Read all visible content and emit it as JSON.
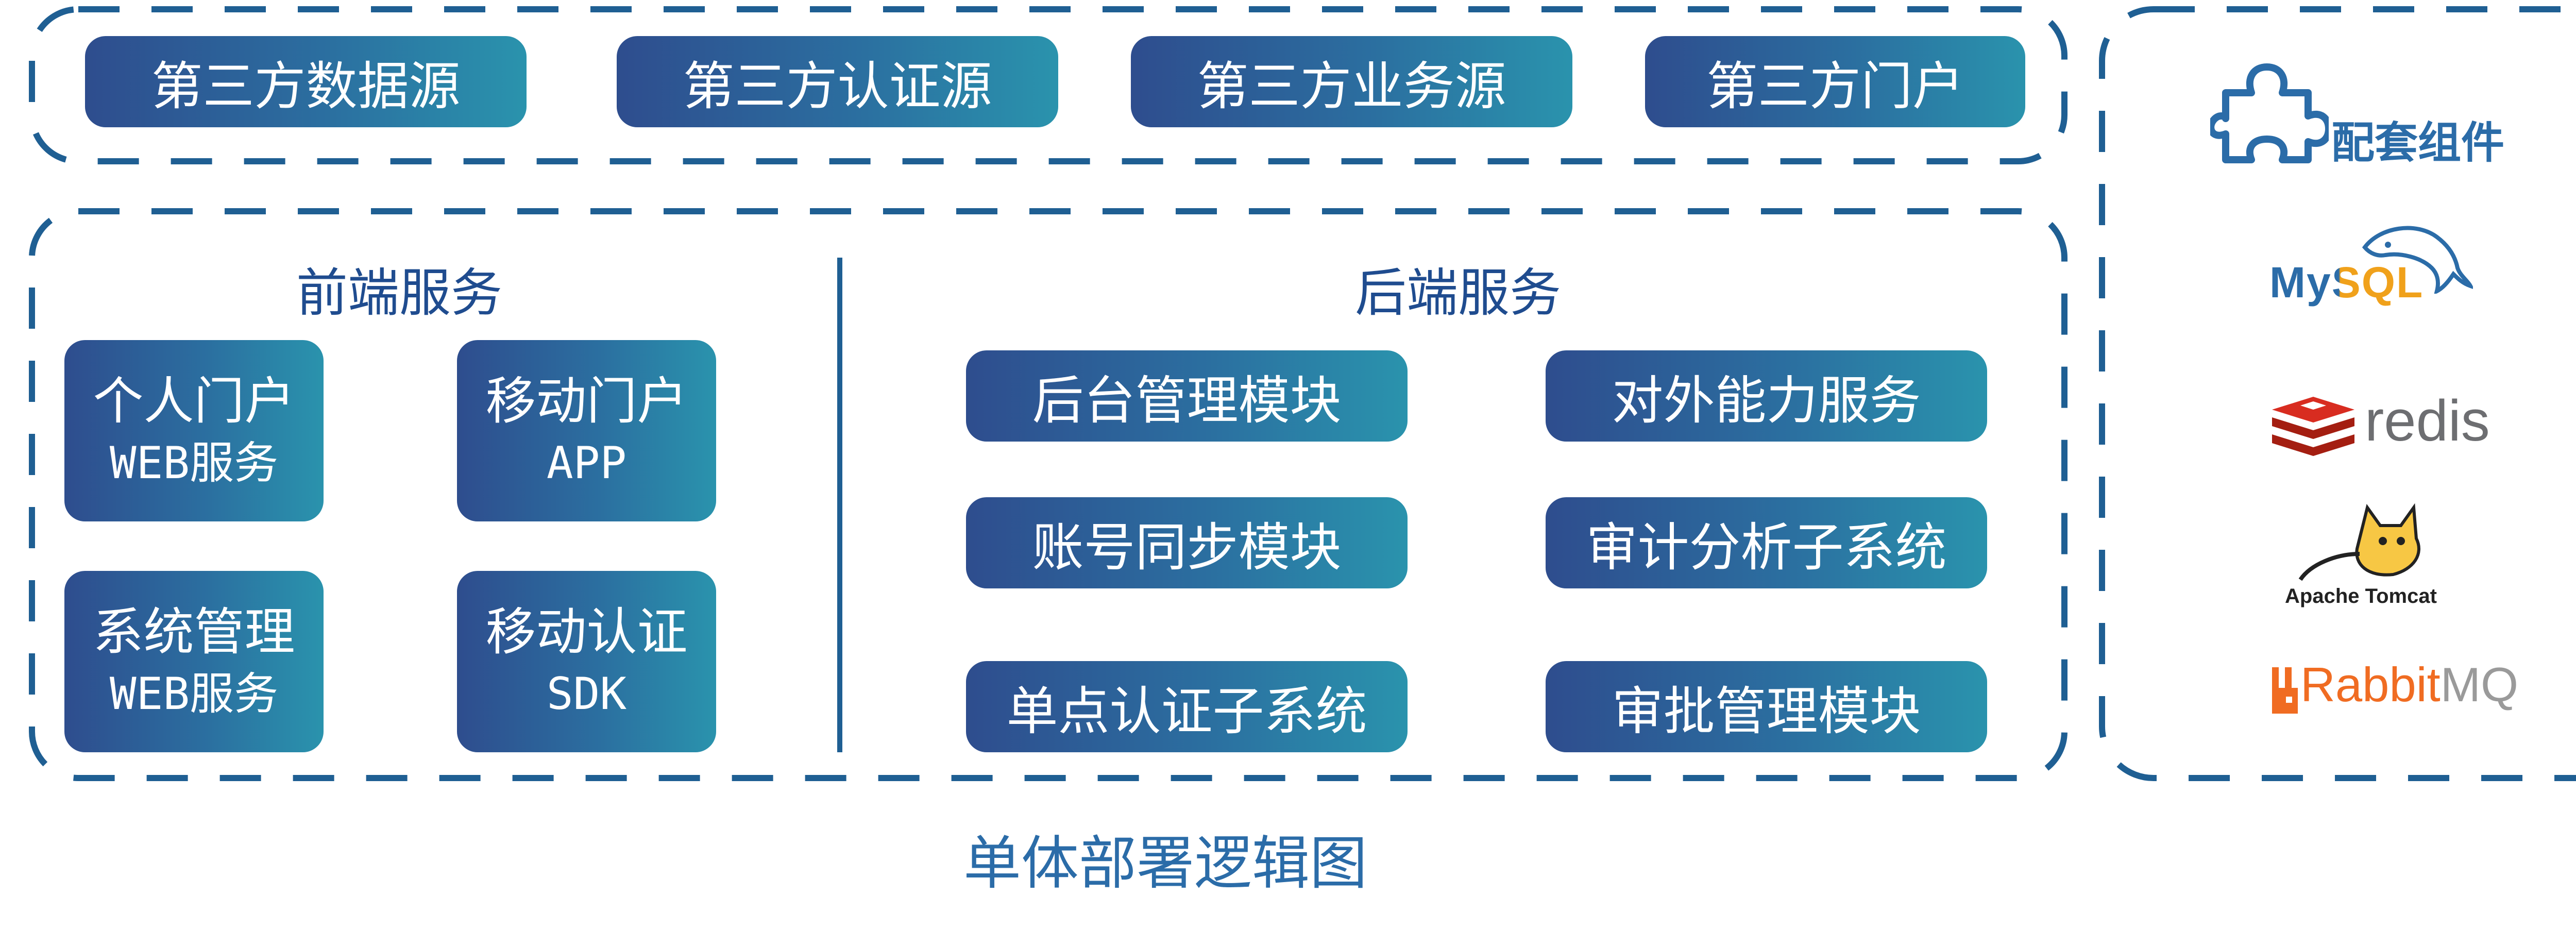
{
  "colors": {
    "dash": "#1f5f93",
    "box_start": "#2e4d8e",
    "box_end": "#2a93ad",
    "heading": "#1f4c8f",
    "caption": "#2b6ca8",
    "mysql_blue": "#2b6ca8",
    "mysql_orange": "#f0a11b",
    "redis_red": "#d82c20",
    "redis_gray": "#6d6e71",
    "rabbit_orange": "#f06c22",
    "rabbit_gray": "#9a9a9a"
  },
  "top_sources": [
    {
      "label": "第三方数据源"
    },
    {
      "label": "第三方认证源"
    },
    {
      "label": "第三方业务源"
    },
    {
      "label": "第三方门户"
    }
  ],
  "frontend": {
    "heading": "前端服务",
    "items": [
      {
        "line1": "个人门户",
        "line2": "WEB服务"
      },
      {
        "line1": "移动门户",
        "line2": "APP"
      },
      {
        "line1": "系统管理",
        "line2": "WEB服务"
      },
      {
        "line1": "移动认证",
        "line2": "SDK"
      }
    ]
  },
  "backend": {
    "heading": "后端服务",
    "items": [
      {
        "label": "后台管理模块"
      },
      {
        "label": "对外能力服务"
      },
      {
        "label": "账号同步模块"
      },
      {
        "label": "审计分析子系统"
      },
      {
        "label": "单点认证子系统"
      },
      {
        "label": "审批管理模块"
      }
    ]
  },
  "components": {
    "title": "配套组件",
    "logos": [
      {
        "name": "mysql-logo",
        "text_a": "MySQL",
        "icon": "dolphin-icon"
      },
      {
        "name": "redis-logo",
        "text_a": "redis",
        "icon": "redis-cube-icon"
      },
      {
        "name": "tomcat-logo",
        "text_a": "Apache Tomcat",
        "icon": "tomcat-cat-icon"
      },
      {
        "name": "rabbitmq-logo",
        "text_a": "Rabbit",
        "text_b": "MQ",
        "icon": "rabbit-icon"
      }
    ]
  },
  "caption": "单体部署逻辑图"
}
